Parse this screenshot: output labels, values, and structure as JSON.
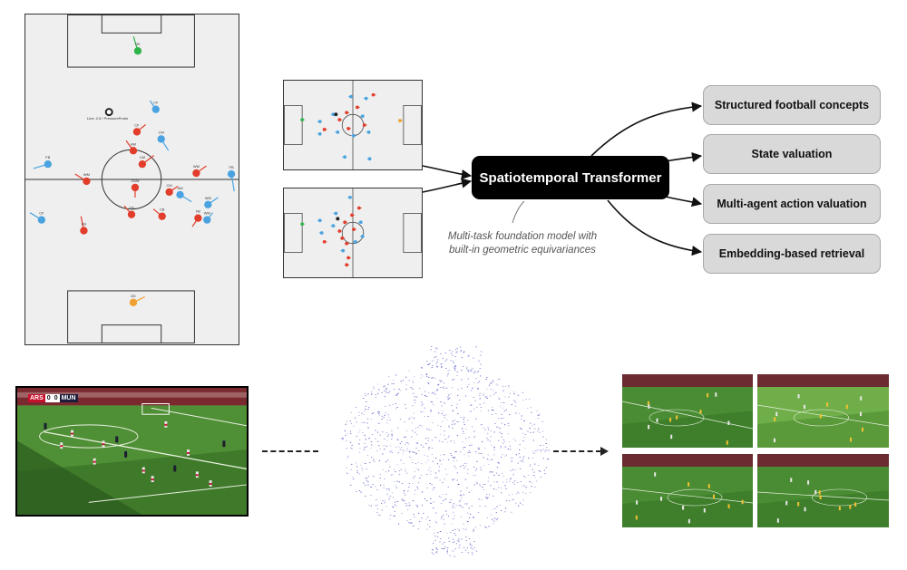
{
  "center": {
    "title": "Spatiotemporal Transformer",
    "caption_line1": "Multi-task foundation model with",
    "caption_line2": "built-in geometric equivariances"
  },
  "outputs": [
    {
      "label": "Structured football concepts"
    },
    {
      "label": "State valuation"
    },
    {
      "label": "Multi-agent action valuation"
    },
    {
      "label": "Embedding-based retrieval"
    }
  ],
  "pitch": {
    "ball_label": "Line: 2.8 / PressureProbe",
    "players": [
      {
        "label": "GK",
        "team": "green"
      },
      {
        "label": "GK",
        "team": "orange"
      },
      {
        "label": "CF",
        "team": "red"
      },
      {
        "label": "CF",
        "team": "blue"
      },
      {
        "label": "CM",
        "team": "red"
      },
      {
        "label": "CM",
        "team": "blue"
      },
      {
        "label": "AM",
        "team": "red"
      },
      {
        "label": "FB",
        "team": "blue"
      },
      {
        "label": "FB",
        "team": "blue"
      },
      {
        "label": "WM",
        "team": "red"
      },
      {
        "label": "WM",
        "team": "red"
      },
      {
        "label": "CDM",
        "team": "red"
      },
      {
        "label": "CM",
        "team": "red"
      },
      {
        "label": "AM",
        "team": "blue"
      },
      {
        "label": "WM",
        "team": "blue"
      },
      {
        "label": "CB",
        "team": "red"
      },
      {
        "label": "CB",
        "team": "red"
      },
      {
        "label": "FB",
        "team": "red"
      },
      {
        "label": "FB",
        "team": "red"
      },
      {
        "label": "WM",
        "team": "blue"
      },
      {
        "label": "CF",
        "team": "blue"
      }
    ]
  },
  "broadcast": {
    "team1": "ARS",
    "score1": "0",
    "score2": "0",
    "team2": "MUN"
  },
  "colors": {
    "red_team": "#e23c2a",
    "blue_team": "#4aa3e0",
    "gk_home": "#2fb44a",
    "gk_away": "#f0a030",
    "output_box": "#d9d9d9",
    "embedding_points": "#2f35b8",
    "turf": "#3f7a2a"
  }
}
